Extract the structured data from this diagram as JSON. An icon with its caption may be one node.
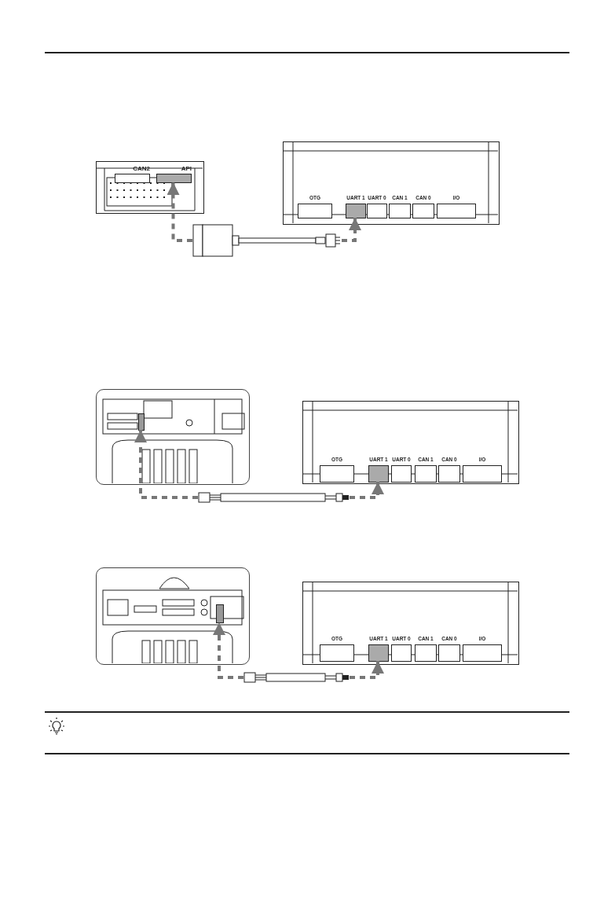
{
  "diagram": {
    "nodes": [
      {
        "text": [],
        "shape": "box"
      },
      {
        "text": [
          "CAN2"
        ],
        "in": 0
      },
      {
        "text": [
          "API"
        ],
        "in": 0
      },
      {
        "text": [],
        "shape": "cable"
      },
      {
        "text": [],
        "shape": "box"
      },
      {
        "text": [
          "OTG"
        ],
        "in": 4
      },
      {
        "text": [
          "UART 1"
        ],
        "in": 4
      },
      {
        "text": [
          "UART 0"
        ],
        "in": 4
      },
      {
        "text": [
          "CAN 1"
        ],
        "in": 4
      },
      {
        "text": [
          "CAN 0"
        ],
        "in": 4
      },
      {
        "text": [
          "I/O"
        ],
        "in": 4
      },
      {
        "text": [],
        "shape": "box"
      },
      {
        "text": [],
        "shape": "box",
        "in": 11
      },
      {
        "text": [],
        "shape": "cable"
      },
      {
        "text": [],
        "shape": "box"
      },
      {
        "text": [
          "OTG"
        ],
        "in": 14
      },
      {
        "text": [
          "UART 1"
        ],
        "in": 14
      },
      {
        "text": [
          "UART 0"
        ],
        "in": 14
      },
      {
        "text": [
          "CAN 1"
        ],
        "in": 14
      },
      {
        "text": [
          "CAN 0"
        ],
        "in": 14
      },
      {
        "text": [
          "I/O"
        ],
        "in": 14
      },
      {
        "text": [],
        "shape": "box"
      },
      {
        "text": [],
        "shape": "box",
        "in": 21
      },
      {
        "text": [],
        "shape": "cable"
      },
      {
        "text": [],
        "shape": "box"
      },
      {
        "text": [
          "OTG"
        ],
        "in": 24
      },
      {
        "text": [
          "UART 1"
        ],
        "in": 24
      },
      {
        "text": [
          "UART 0"
        ],
        "in": 24
      },
      {
        "text": [
          "CAN 1"
        ],
        "in": 24
      },
      {
        "text": [
          "CAN 0"
        ],
        "in": 24
      },
      {
        "text": [
          "I/O"
        ],
        "in": 24
      }
    ],
    "edges": [
      {
        "from": 3,
        "to": 2,
        "arrow": "to",
        "style": "dashed"
      },
      {
        "from": 3,
        "to": 6,
        "arrow": "to",
        "style": "dashed"
      },
      {
        "from": 13,
        "to": 12,
        "arrow": "to",
        "style": "dashed"
      },
      {
        "from": 13,
        "to": 16,
        "arrow": "to",
        "style": "dashed"
      },
      {
        "from": 23,
        "to": 22,
        "arrow": "to",
        "style": "dashed"
      },
      {
        "from": 23,
        "to": 26,
        "arrow": "to",
        "style": "dashed"
      }
    ]
  }
}
